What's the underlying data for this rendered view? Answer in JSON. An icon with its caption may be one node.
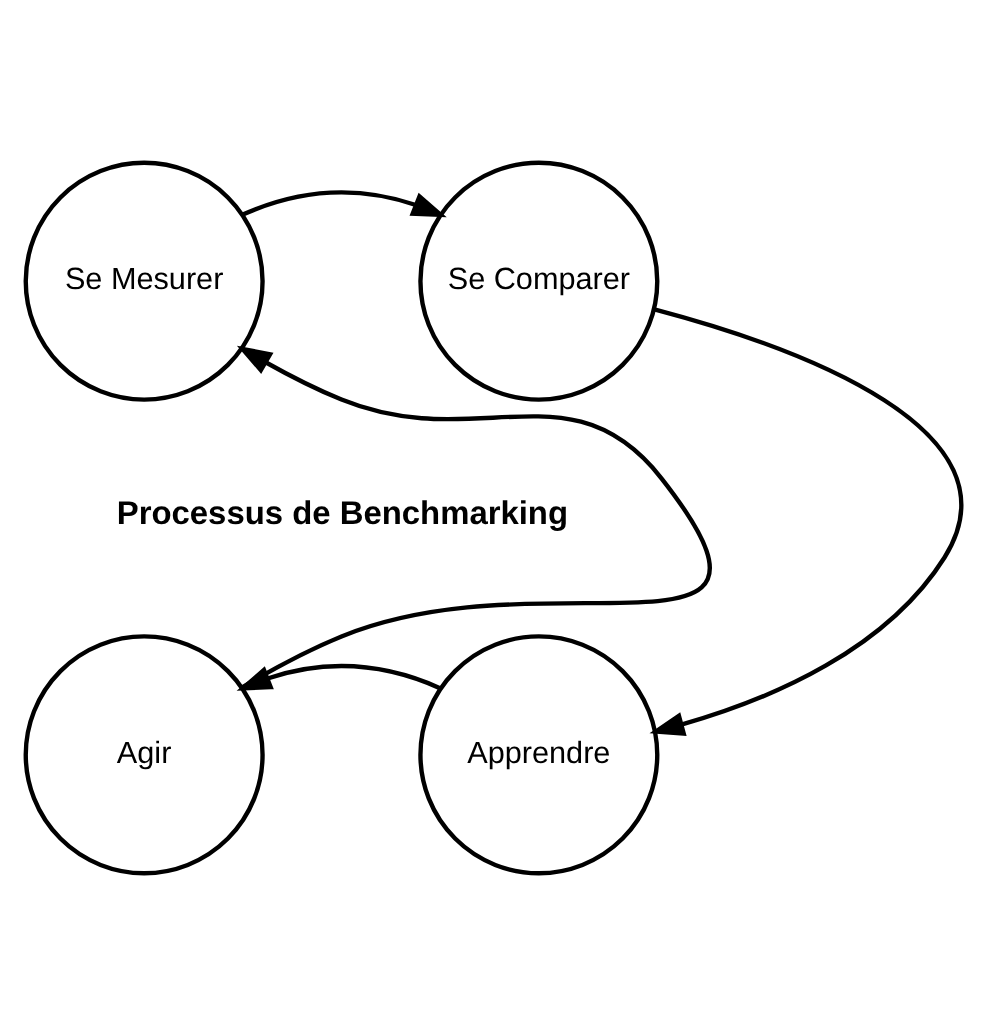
{
  "diagram": {
    "nodes": [
      {
        "text": [
          "Se Mesurer"
        ]
      },
      {
        "text": [
          "Se Comparer"
        ]
      },
      {
        "text": [
          "Apprendre"
        ]
      },
      {
        "text": [
          "Agir"
        ]
      }
    ],
    "edges": [
      {
        "from": 0,
        "to": 1,
        "arrow": "to"
      },
      {
        "from": 1,
        "to": 2,
        "arrow": "to"
      },
      {
        "from": 2,
        "to": 3,
        "arrow": "to"
      },
      {
        "from": 3,
        "to": 0,
        "arrow": "to"
      }
    ],
    "labels": [
      "Processus de Benchmarking"
    ]
  }
}
